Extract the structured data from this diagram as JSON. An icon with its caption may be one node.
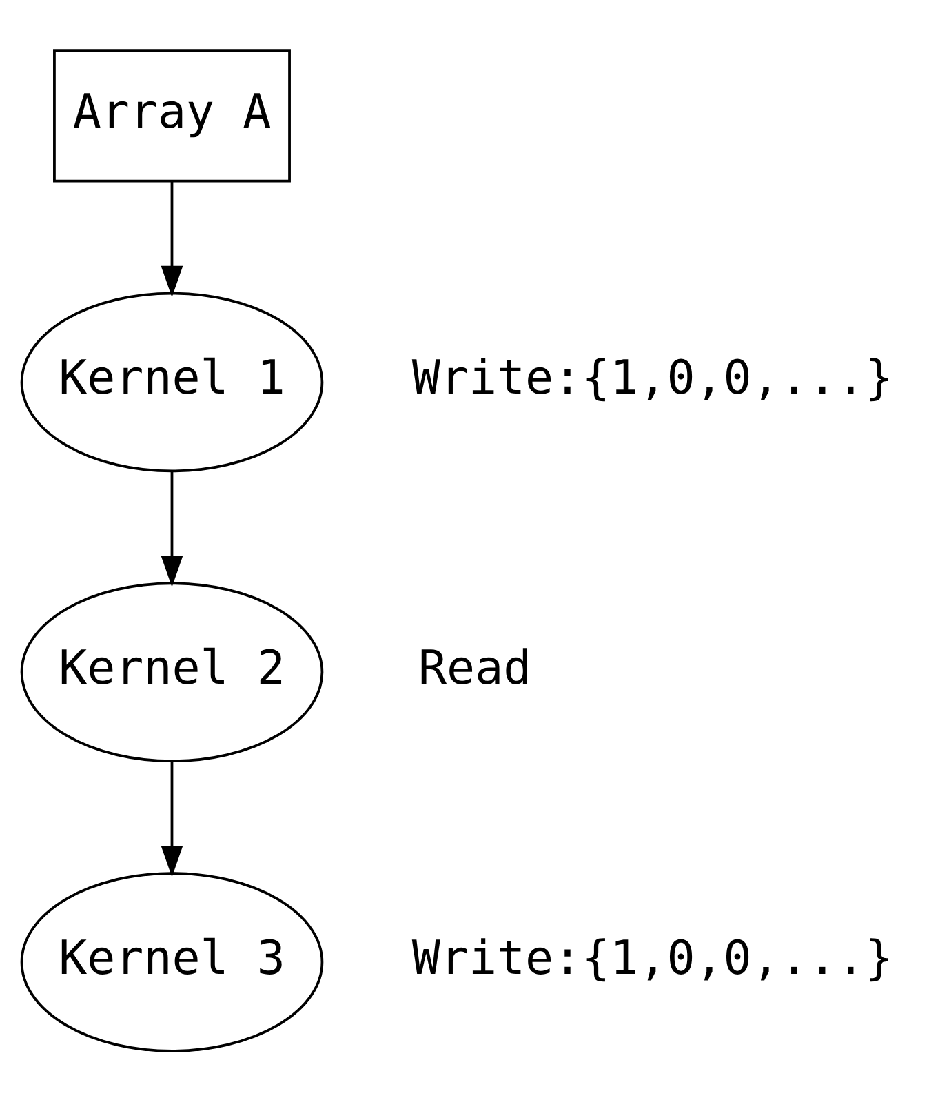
{
  "diagram": {
    "nodes": [
      {
        "text": [
          "Array A"
        ]
      },
      {
        "text": [
          "Kernel 1"
        ],
        "beside": [
          "Write:{1,0,0,...}"
        ]
      },
      {
        "text": [
          "Kernel 2"
        ],
        "beside": [
          "Read"
        ]
      },
      {
        "text": [
          "Kernel 3"
        ],
        "beside": [
          "Write:{1,0,0,...}"
        ]
      }
    ],
    "edges": [
      {
        "from": 0,
        "to": 1,
        "arrow": "to"
      },
      {
        "from": 1,
        "to": 2,
        "arrow": "to"
      },
      {
        "from": 2,
        "to": 3,
        "arrow": "to"
      }
    ]
  }
}
